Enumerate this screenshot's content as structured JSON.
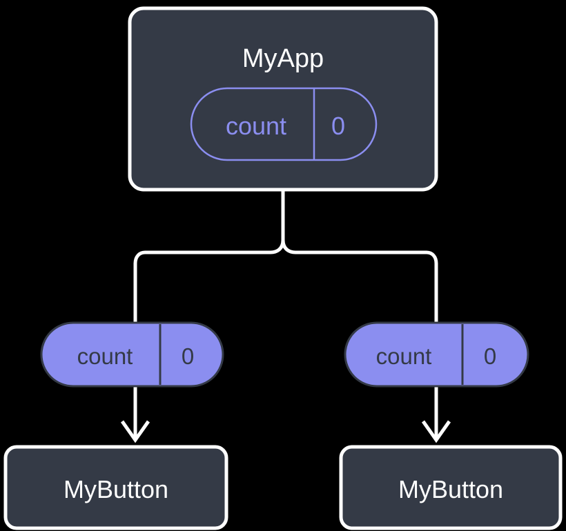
{
  "diagram": {
    "title_node": {
      "label": "MyApp",
      "state_pill": {
        "key": "count",
        "value": "0",
        "style": "outlined"
      }
    },
    "children": [
      {
        "state_pill": {
          "key": "count",
          "value": "0",
          "style": "filled"
        },
        "node": {
          "label": "MyButton"
        }
      },
      {
        "state_pill": {
          "key": "count",
          "value": "0",
          "style": "filled"
        },
        "node": {
          "label": "MyButton"
        }
      }
    ],
    "colors": {
      "background": "#000000",
      "node_fill": "#343a46",
      "node_border": "#ffffff",
      "node_text": "#ffffff",
      "pill_accent": "#8b8ef0",
      "pill_filled_fill": "#8b8ef0",
      "pill_filled_text": "#343a46",
      "connector": "#ffffff",
      "arrow": "#ffffff"
    }
  }
}
